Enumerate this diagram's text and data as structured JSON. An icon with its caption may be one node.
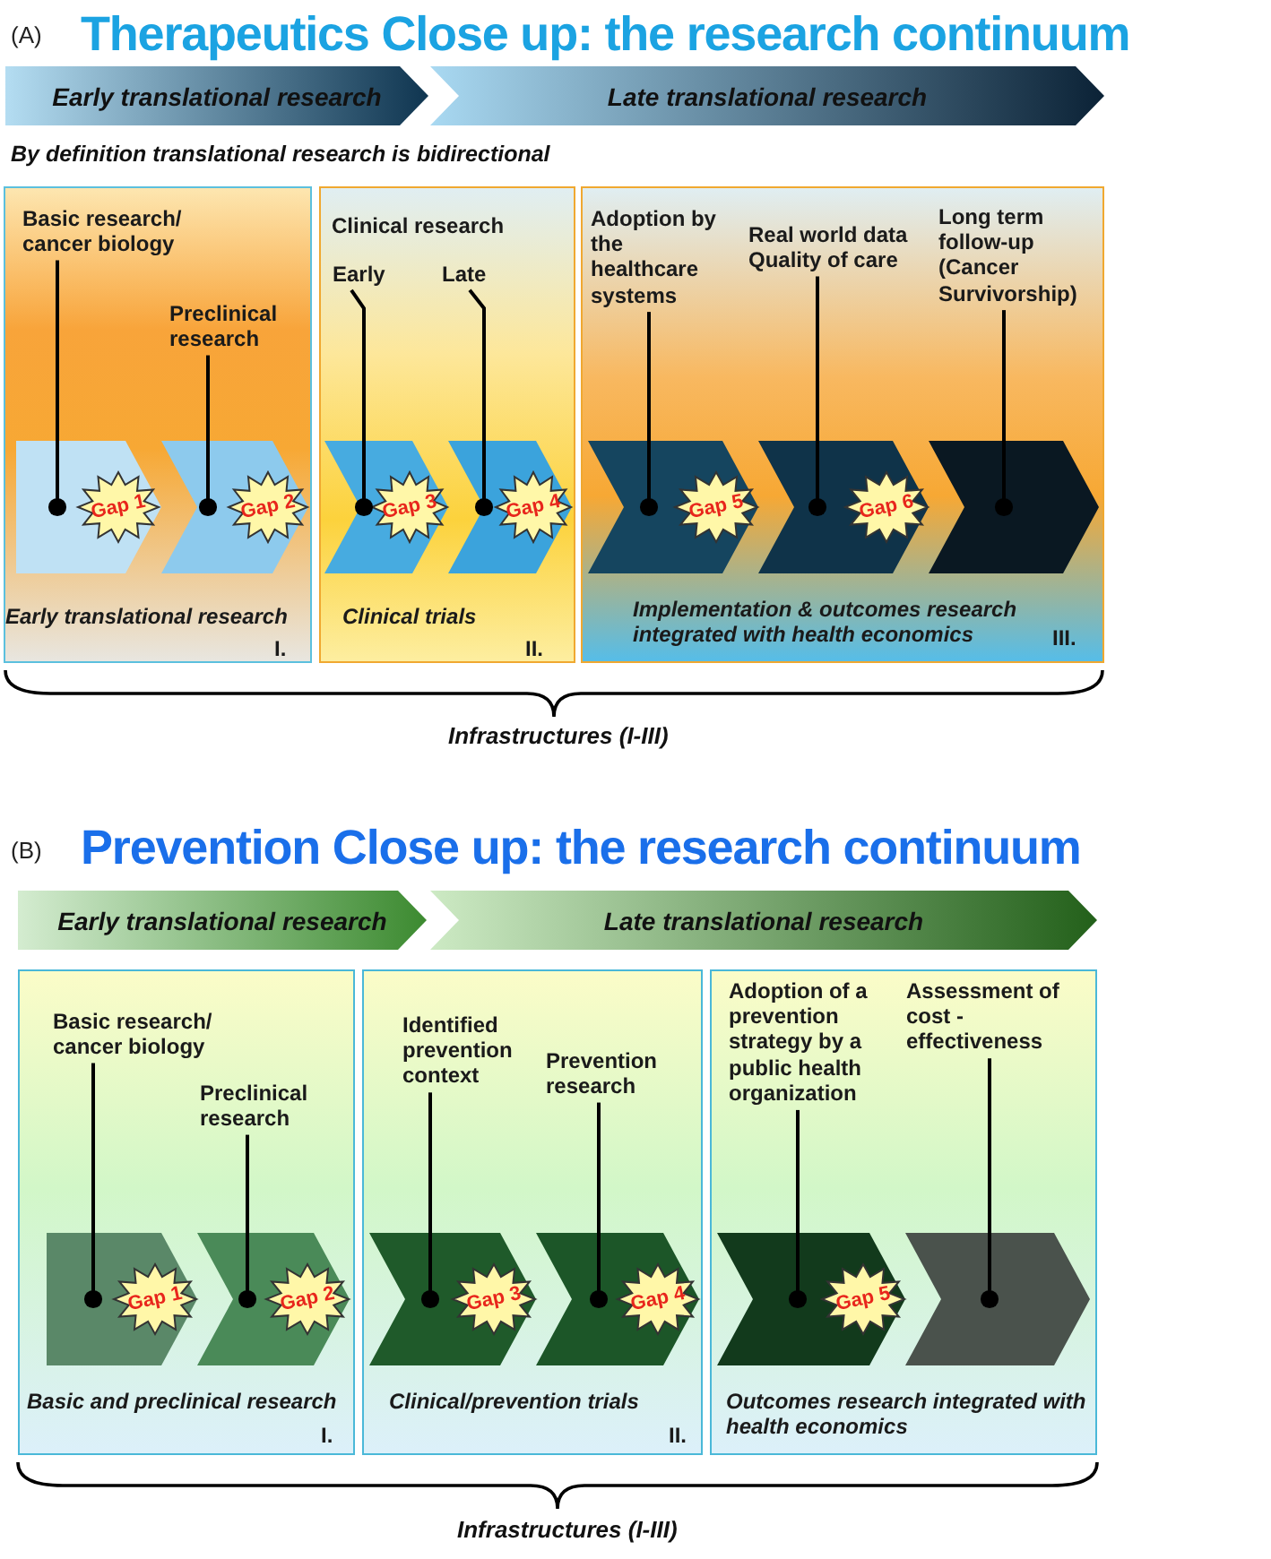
{
  "diagram": {
    "nodes": [
      {
        "text": [
          "Early translational research"
        ]
      },
      {
        "text": [
          "Late translational research"
        ]
      },
      {
        "text": [
          "Early translational research",
          "I."
        ]
      },
      {
        "text": [
          "Clinical research",
          "Clinical trials",
          "II."
        ]
      },
      {
        "text": [
          "Implementation & outcomes research integrated with health economics",
          "III."
        ]
      },
      {
        "text": [
          "Basic research/ cancer biology"
        ],
        "in": 2
      },
      {
        "text": [
          "Preclinical research"
        ],
        "in": 2
      },
      {
        "text": [
          "Early"
        ],
        "in": 3
      },
      {
        "text": [
          "Late"
        ],
        "in": 3
      },
      {
        "text": [
          "Adoption by the healthcare systems"
        ],
        "in": 4
      },
      {
        "text": [
          "Real world data Quality of care"
        ],
        "in": 4
      },
      {
        "text": [
          "Long term follow-up (Cancer Survivorship)"
        ],
        "in": 4
      },
      {
        "text": [],
        "shape": "chevron",
        "in": 2
      },
      {
        "text": [],
        "shape": "chevron",
        "in": 2
      },
      {
        "text": [],
        "shape": "chevron",
        "in": 3
      },
      {
        "text": [],
        "shape": "chevron",
        "in": 3
      },
      {
        "text": [],
        "shape": "chevron",
        "in": 4
      },
      {
        "text": [],
        "shape": "chevron",
        "in": 4
      },
      {
        "text": [],
        "shape": "chevron",
        "in": 4
      },
      {
        "text": [
          "Gap 1"
        ],
        "in": 12
      },
      {
        "text": [
          "Gap 2"
        ],
        "in": 13
      },
      {
        "text": [
          "Gap 3"
        ],
        "in": 14
      },
      {
        "text": [
          "Gap 4"
        ],
        "in": 15
      },
      {
        "text": [
          "Gap 5"
        ],
        "in": 16
      },
      {
        "text": [
          "Gap 6"
        ],
        "in": 17
      },
      {
        "text": [
          "Early translational research"
        ]
      },
      {
        "text": [
          "Late translational research"
        ]
      },
      {
        "text": [
          "Basic and preclinical research",
          "I."
        ]
      },
      {
        "text": [
          "Clinical/prevention trials",
          "II."
        ]
      },
      {
        "text": [
          "Outcomes research integrated with health economics"
        ]
      },
      {
        "text": [
          "Basic research/ cancer biology"
        ],
        "in": 27
      },
      {
        "text": [
          "Preclinical research"
        ],
        "in": 27
      },
      {
        "text": [
          "Identified prevention context"
        ],
        "in": 28
      },
      {
        "text": [
          "Prevention research"
        ],
        "in": 28
      },
      {
        "text": [
          "Adoption of a prevention strategy by a public health organization"
        ],
        "in": 29
      },
      {
        "text": [
          "Assessment of cost - effectiveness"
        ],
        "in": 29
      },
      {
        "text": [],
        "shape": "chevron",
        "in": 27
      },
      {
        "text": [],
        "shape": "chevron",
        "in": 27
      },
      {
        "text": [],
        "shape": "chevron",
        "in": 28
      },
      {
        "text": [],
        "shape": "chevron",
        "in": 28
      },
      {
        "text": [],
        "shape": "chevron",
        "in": 29
      },
      {
        "text": [],
        "shape": "chevron",
        "in": 29
      },
      {
        "text": [
          "Gap 1"
        ],
        "in": 36
      },
      {
        "text": [
          "Gap 2"
        ],
        "in": 37
      },
      {
        "text": [
          "Gap 3"
        ],
        "in": 38
      },
      {
        "text": [
          "Gap 4"
        ],
        "in": 39
      },
      {
        "text": [
          "Gap 5"
        ],
        "in": 40
      }
    ],
    "edges": [
      {
        "from": 5,
        "to": 12,
        "arrow": "other"
      },
      {
        "from": 6,
        "to": 13,
        "arrow": "other"
      },
      {
        "from": 7,
        "to": 14,
        "arrow": "other"
      },
      {
        "from": 8,
        "to": 15,
        "arrow": "other"
      },
      {
        "from": 9,
        "to": 16,
        "arrow": "other"
      },
      {
        "from": 10,
        "to": 17,
        "arrow": "other"
      },
      {
        "from": 11,
        "to": 18,
        "arrow": "other"
      },
      {
        "from": 30,
        "to": 36,
        "arrow": "other"
      },
      {
        "from": 31,
        "to": 37,
        "arrow": "other"
      },
      {
        "from": 32,
        "to": 38,
        "arrow": "other"
      },
      {
        "from": 33,
        "to": 39,
        "arrow": "other"
      },
      {
        "from": 34,
        "to": 40,
        "arrow": "other"
      },
      {
        "from": 35,
        "to": 41,
        "arrow": "other"
      }
    ],
    "labels": [
      "(A)",
      "Therapeutics Close up: the research continuum",
      "By definition translational research is bidirectional",
      "Infrastructures (I-III)",
      "(B)",
      "Prevention Close up: the research continuum",
      "Infrastructures (I-III)"
    ]
  }
}
